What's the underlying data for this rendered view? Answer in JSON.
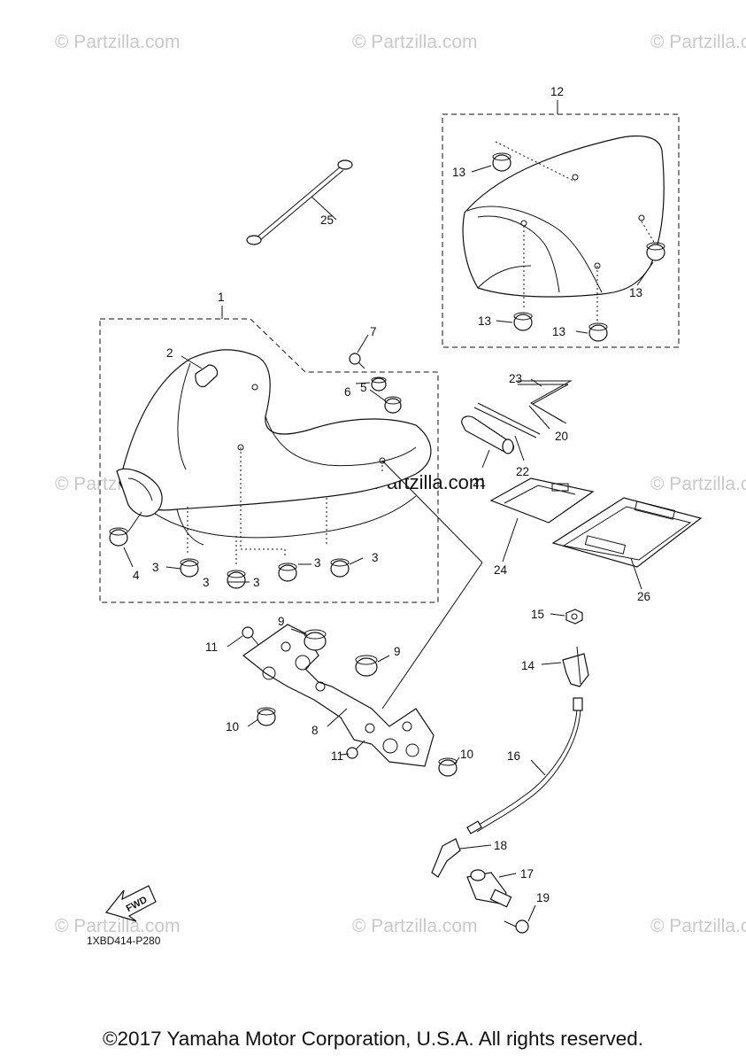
{
  "watermark": "© Partzilla.com",
  "center_watermark": "© Partzilla.com",
  "diagram_code": "1XBD414-P280",
  "fwd_label": "FWD",
  "copyright": "©2017 Yamaha Motor Corporation, U.S.A. All rights reserved.",
  "callouts": [
    "1",
    "2",
    "3",
    "3",
    "3",
    "3",
    "3",
    "4",
    "5",
    "6",
    "7",
    "8",
    "9",
    "9",
    "10",
    "10",
    "11",
    "11",
    "12",
    "13",
    "13",
    "13",
    "13",
    "14",
    "15",
    "16",
    "17",
    "18",
    "19",
    "20",
    "21",
    "22",
    "23",
    "24",
    "25",
    "26"
  ],
  "colors": {
    "line": "#111111",
    "watermark": "#c9c9c9",
    "background": "#ffffff"
  }
}
